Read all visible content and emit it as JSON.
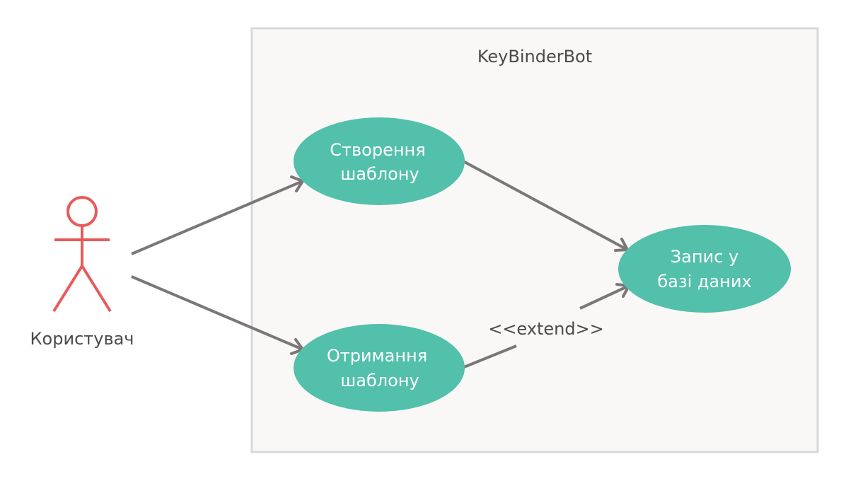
{
  "system": {
    "title": "KeyBinderBot"
  },
  "actor": {
    "name": "Користувач",
    "color": "#e85a5a"
  },
  "use_cases": [
    {
      "id": "create",
      "line1": "Створення",
      "line2": "шаблону"
    },
    {
      "id": "receive",
      "line1": "Отримання",
      "line2": "шаблону"
    },
    {
      "id": "store",
      "line1": "Запис у",
      "line2": "базі даних"
    }
  ],
  "relations": [
    {
      "from": "actor",
      "to": "create",
      "label": ""
    },
    {
      "from": "actor",
      "to": "receive",
      "label": ""
    },
    {
      "from": "create",
      "to": "store",
      "label": ""
    },
    {
      "from": "receive",
      "to": "store",
      "label": "<<extend>>"
    }
  ],
  "colors": {
    "use_case_fill": "#52c0aa",
    "system_fill": "#f9f8f7",
    "system_border": "#d8d8d8",
    "edge": "#7a7776"
  }
}
